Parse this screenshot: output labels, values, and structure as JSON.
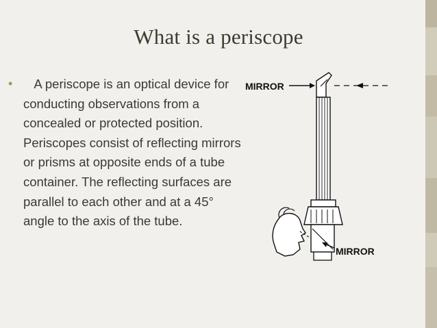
{
  "slide": {
    "title": "What is a periscope",
    "bullet": "•",
    "paragraph": "A periscope is an optical device for conducting observations from a concealed or protected position. Periscopes consist of reflecting mirrors or prisms at opposite ends of a tube container. The reflecting surfaces are parallel to each other and at a 45° angle to the axis of the tube."
  },
  "figure": {
    "top_label": "MIRROR",
    "bottom_label": "MIRROR"
  },
  "colors": {
    "background": "#f1f0ec",
    "title": "#3c3b2d",
    "bullet": "#93a05a",
    "sidebar": "#c7c0ae"
  }
}
